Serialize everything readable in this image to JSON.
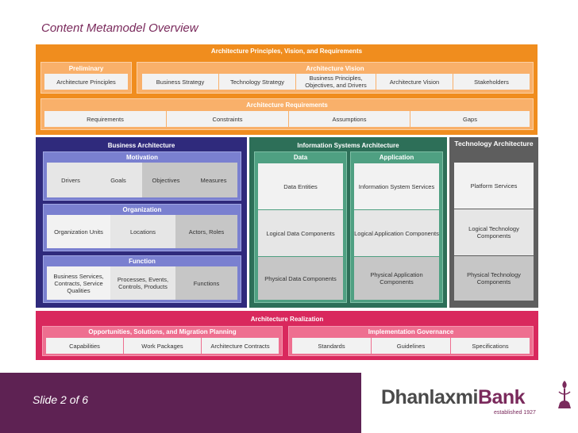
{
  "slide": {
    "title": "Content Metamodel Overview",
    "number": "Slide 2 of 6"
  },
  "footer": {
    "brand_prefix": "Dhanlaxmi",
    "brand_suffix": "Bank",
    "tagline": "established 1927"
  },
  "principles": {
    "title": "Architecture Principles, Vision, and Requirements",
    "preliminary": {
      "title": "Preliminary",
      "items": [
        "Architecture Principles"
      ]
    },
    "vision": {
      "title": "Architecture Vision",
      "items": [
        "Business Strategy",
        "Technology Strategy",
        "Business Principles, Objectives, and Drivers",
        "Architecture Vision",
        "Stakeholders"
      ]
    },
    "requirements": {
      "title": "Architecture Requirements",
      "items": [
        "Requirements",
        "Constraints",
        "Assumptions",
        "Gaps"
      ]
    }
  },
  "business": {
    "title": "Business Architecture",
    "motivation": {
      "title": "Motivation",
      "items": [
        "Drivers",
        "Goals",
        "Objectives",
        "Measures"
      ]
    },
    "organization": {
      "title": "Organization",
      "items": [
        "Organization Units",
        "Locations",
        "Actors, Roles"
      ]
    },
    "function": {
      "title": "Function",
      "items": [
        "Business Services, Contracts, Service Qualities",
        "Processes, Events, Controls, Products",
        "Functions"
      ]
    }
  },
  "infosys": {
    "title": "Information Systems Architecture",
    "data": {
      "title": "Data",
      "items": [
        "Data Entities",
        "Logical Data Components",
        "Physical Data Components"
      ]
    },
    "application": {
      "title": "Application",
      "items": [
        "Information System Services",
        "Logical Application Components",
        "Physical Application Components"
      ]
    }
  },
  "technology": {
    "title": "Technology Architecture",
    "items": [
      "Platform Services",
      "Logical Technology Components",
      "Physical Technology Components"
    ]
  },
  "realization": {
    "title": "Architecture Realization",
    "opportunities": {
      "title": "Opportunities, Solutions, and Migration Planning",
      "items": [
        "Capabilities",
        "Work Packages",
        "Architecture Contracts"
      ]
    },
    "governance": {
      "title": "Implementation Governance",
      "items": [
        "Standards",
        "Guidelines",
        "Specifications"
      ]
    }
  }
}
